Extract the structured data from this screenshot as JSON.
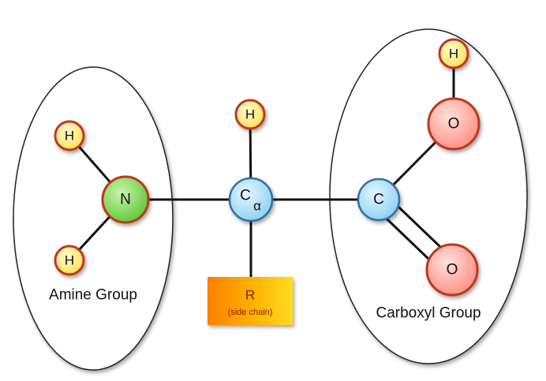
{
  "labels": {
    "amine_group": "Amine Group",
    "carboxyl_group": "Carboxyl Group",
    "r_main": "R",
    "r_sub": "(side chain)"
  },
  "atoms": {
    "h_top_left": "H",
    "h_bottom_left": "H",
    "nitrogen": "N",
    "h_alpha": "H",
    "c_alpha": "C",
    "c_alpha_subscript": "α",
    "carboxyl_carbon": "C",
    "oxygen_hydroxyl": "O",
    "h_hydroxyl": "H",
    "oxygen_double": "O"
  },
  "colors": {
    "hydrogen_fill": "#ffe66b",
    "nitrogen_fill": "#7ed957",
    "carbon_fill": "#a6dcf5",
    "oxygen_fill": "#ff9e92",
    "atom_outline_red": "#c0391b",
    "carbon_outline": "#2f6fa8",
    "side_chain_orange": "#f39a00"
  }
}
